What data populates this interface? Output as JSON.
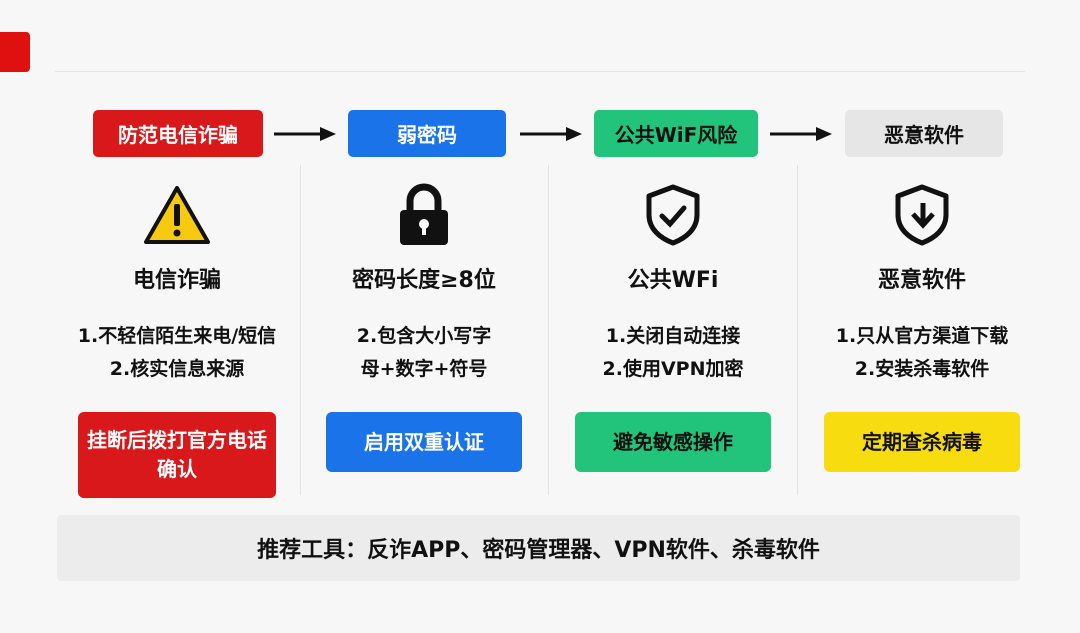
{
  "steps": [
    {
      "label": "防范电信诈骗",
      "color": "#d9181b",
      "text_color": "#ffffff"
    },
    {
      "label": "弱密码",
      "color": "#1a73e8",
      "text_color": "#ffffff"
    },
    {
      "label": "公共WiF风险",
      "color": "#21c47a",
      "text_color": "#111111"
    },
    {
      "label": "恶意软件",
      "color": "#e6e6e6",
      "text_color": "#111111"
    }
  ],
  "columns": [
    {
      "icon": "warning-icon",
      "title": "电信诈骗",
      "line1": "1.不轻信陌生来电/短信",
      "line2": "2.核实信息来源",
      "action": "挂断后拨打官方电话确认",
      "action_color": "#d9181b",
      "action_text_color": "#ffffff"
    },
    {
      "icon": "lock-icon",
      "title": "密码长度≥8位",
      "line1": "2.包含大小写字",
      "line2": "母+数字+符号",
      "action": "启用双重认证",
      "action_color": "#1a73e8",
      "action_text_color": "#ffffff"
    },
    {
      "icon": "shield-check-icon",
      "title": "公共WFi",
      "line1": "1.关闭自动连接",
      "line2": "2.使用VPN加密",
      "action": "避免敏感操作",
      "action_color": "#21c47a",
      "action_text_color": "#111111"
    },
    {
      "icon": "shield-download-icon",
      "title": "恶意软件",
      "line1": "1.只从官方渠道下载",
      "line2": "2.安装杀毒软件",
      "action": "定期查杀病毒",
      "action_color": "#f7dc0f",
      "action_text_color": "#111111"
    }
  ],
  "footer": "推荐工具：反诈APP、密码管理器、VPN软件、杀毒软件"
}
